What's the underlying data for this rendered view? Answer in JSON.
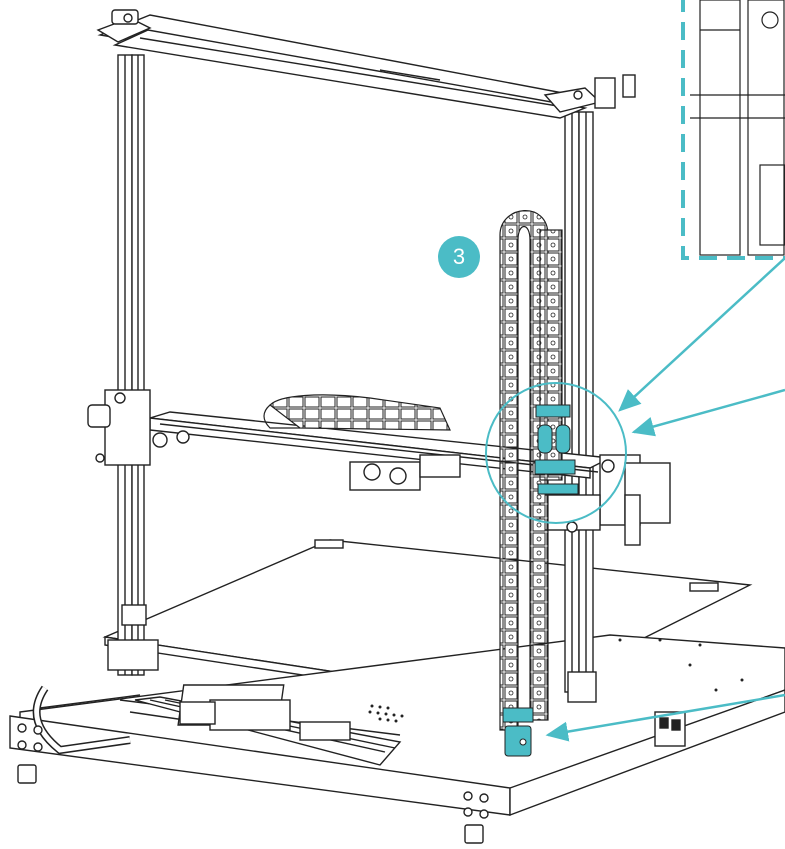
{
  "diagram": {
    "step_number": "3",
    "colors": {
      "accent": "#4bbcc6",
      "line": "#222222",
      "background": "#ffffff"
    },
    "callouts": [
      {
        "id": "chain-bracket-circle",
        "kind": "circle"
      },
      {
        "id": "inset-dashed-frame",
        "kind": "dashed-box"
      },
      {
        "id": "arrow-to-upper-bracket"
      },
      {
        "id": "arrow-to-lower-bracket"
      },
      {
        "id": "arrow-to-base-bracket"
      }
    ]
  }
}
